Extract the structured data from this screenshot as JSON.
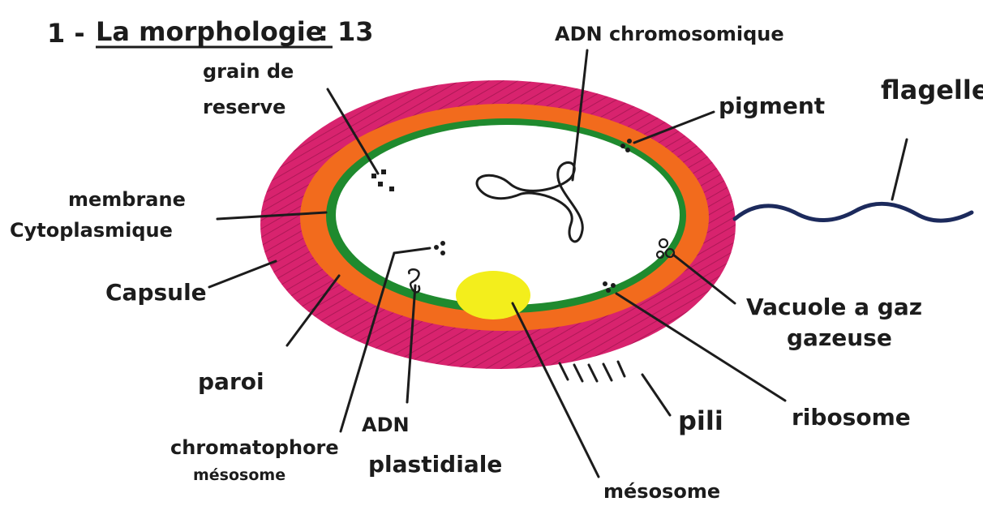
{
  "title": {
    "number": "1 -",
    "heading": "La morphologie",
    "suffix": ": 13"
  },
  "labels": {
    "grain": [
      "grain de",
      "reserve"
    ],
    "adn_chromosomique": "ADN chromosomique",
    "pigment": "pigment",
    "flagelle": "flagelle",
    "membrane": [
      "membrane",
      "Cytoplasmique"
    ],
    "capsule": "Capsule",
    "paroi": "paroi",
    "chromatophore": [
      "chromatophore",
      "mésosome"
    ],
    "adn_plastidiale": [
      "ADN",
      "plastidiale"
    ],
    "mesosome": "mésosome",
    "pili": "pili",
    "ribosome": "ribosome",
    "vacuole": [
      "Vacuole a gaz",
      "gazeuse"
    ]
  },
  "colors": {
    "capsule": "#d8236e",
    "paroi": "#f26b1d",
    "membrane": "#1f8a2e",
    "cytoplasm": "#ffffff",
    "mesosome": "#f3ee1c",
    "ink": "#1c1c1c"
  }
}
